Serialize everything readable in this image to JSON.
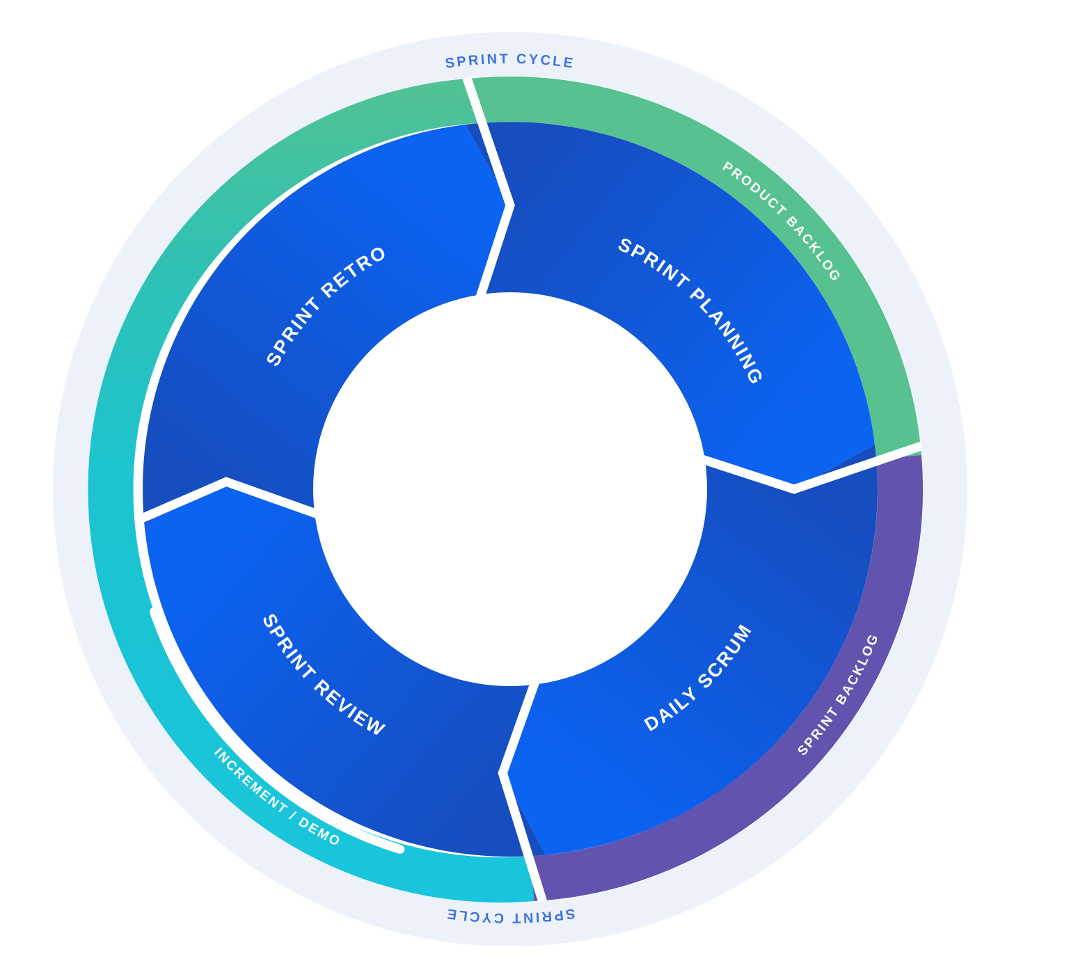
{
  "cycle": {
    "top_label": "SPRINT CYCLE",
    "bottom_label": "SPRINT CYCLE"
  },
  "ring_labels": {
    "product_backlog": "PRODUCT BACKLOG",
    "sprint_backlog": "SPRINT BACKLOG",
    "increment_demo": "INCREMENT / DEMO"
  },
  "segments": {
    "planning": "SPRINT PLANNING",
    "daily_scrum": "DAILY SCRUM",
    "review": "SPRINT REVIEW",
    "retro": "SPRINT RETRO"
  },
  "palette": {
    "background": "#ffffff",
    "pale_ring": "#edf2fa",
    "cycle_text_blue": "#3e74de",
    "product_backlog_green": "#57c28f",
    "sprint_backlog_purple": "#6253ae",
    "increment_cyan": "#19c5dc",
    "teal_mid": "#2fc1b4",
    "segment_dark_blue": "#164dbf",
    "segment_bright_blue": "#0b63f2",
    "divider_white": "#ffffff",
    "label_white": "#ffffff"
  }
}
